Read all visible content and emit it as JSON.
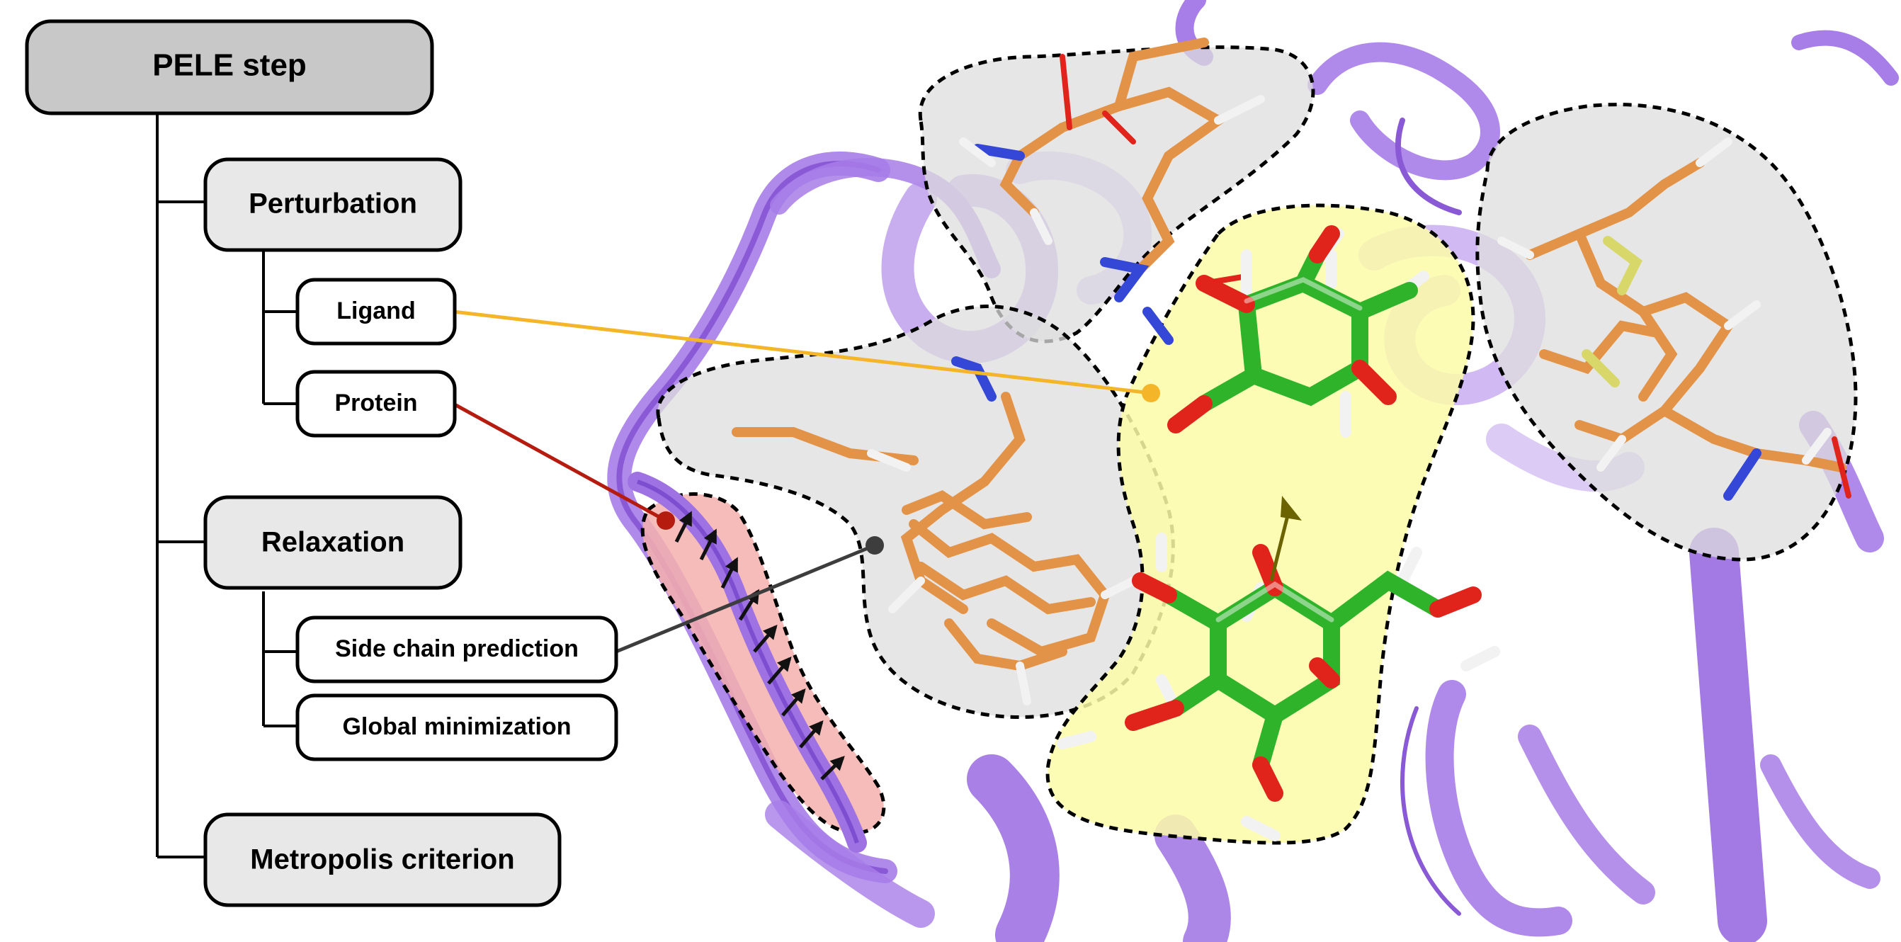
{
  "tree": {
    "root": "PELE step",
    "perturbation": "Perturbation",
    "ligand": "Ligand",
    "protein": "Protein",
    "relaxation": "Relaxation",
    "side_chain": "Side chain prediction",
    "global_min": "Global minimization",
    "metropolis": "Metropolis criterion"
  },
  "colors": {
    "root_fill": "#c8c8c8",
    "stage_fill": "#e8e8e8",
    "leaf_fill": "#ffffff",
    "ligand_line": "#f5b528",
    "protein_line": "#b51c0f",
    "sidechain_line": "#3d3d3d",
    "ribbon": "#a77de8",
    "ribbon_dark": "#8a5ad6",
    "carbon_sugar": "#2fb32a",
    "oxygen": "#e0241b",
    "hydrogen": "#f2f2f2",
    "sidechain_carbon": "#e39347",
    "nitrogen": "#3447d6",
    "sulfur": "#d8d86a",
    "ligand_region": "#fbfba8",
    "protein_region": "#f5b0ad",
    "sidechain_region": "#d6d6d6"
  },
  "icons": [
    "ribbon-protein-icon",
    "sugar-ligand-icon",
    "side-chain-sticks-icon",
    "motion-arrow-icon"
  ]
}
